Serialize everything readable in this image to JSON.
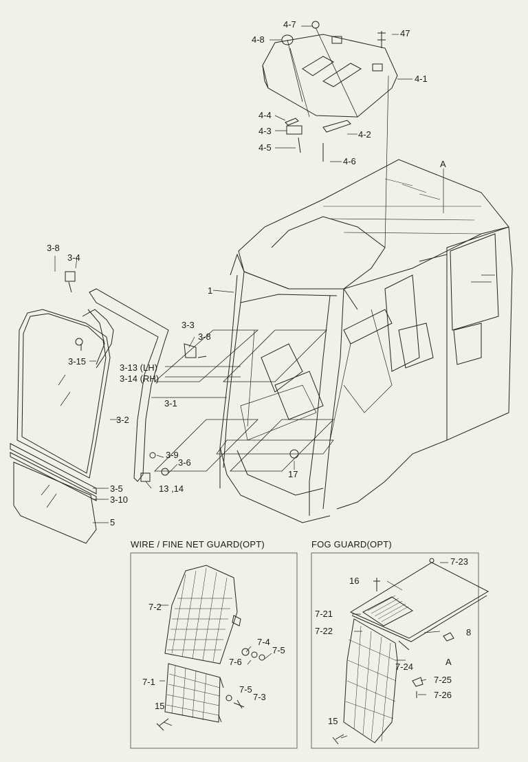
{
  "sections": {
    "wire_guard_title": "WIRE / FINE NET GUARD(OPT)",
    "fog_guard_title": "FOG GUARD(OPT)"
  },
  "labels": {
    "l_4_7": "4-7",
    "l_4_8": "4-8",
    "l_47": "47",
    "l_4_1": "4-1",
    "l_4_4": "4-4",
    "l_4_3": "4-3",
    "l_4_5": "4-5",
    "l_4_2": "4-2",
    "l_4_6": "4-6",
    "l_A_top": "A",
    "l_3_8a": "3-8",
    "l_3_4": "3-4",
    "l_1": "1",
    "l_3_3": "3-3",
    "l_3_8b": "3-8",
    "l_3_15": "3-15",
    "l_3_13": "3-13 (LH)",
    "l_3_14": "3-14 (RH)",
    "l_3_1": "3-1",
    "l_3_2": "3-2",
    "l_3_9": "3-9",
    "l_3_6": "3-6",
    "l_17": "17",
    "l_13_14": "13 ,14",
    "l_3_5": "3-5",
    "l_3_10": "3-10",
    "l_5": "5",
    "l_7_2": "7-2",
    "l_7_4": "7-4",
    "l_7_5a": "7-5",
    "l_7_6": "7-6",
    "l_7_1": "7-1",
    "l_7_5b": "7-5",
    "l_7_3": "7-3",
    "l_15a": "15",
    "l_7_23": "7-23",
    "l_16": "16",
    "l_7_21": "7-21",
    "l_7_22": "7-22",
    "l_8": "8",
    "l_A_bottom": "A",
    "l_7_24": "7-24",
    "l_7_25": "7-25",
    "l_7_26": "7-26",
    "l_15b": "15"
  }
}
